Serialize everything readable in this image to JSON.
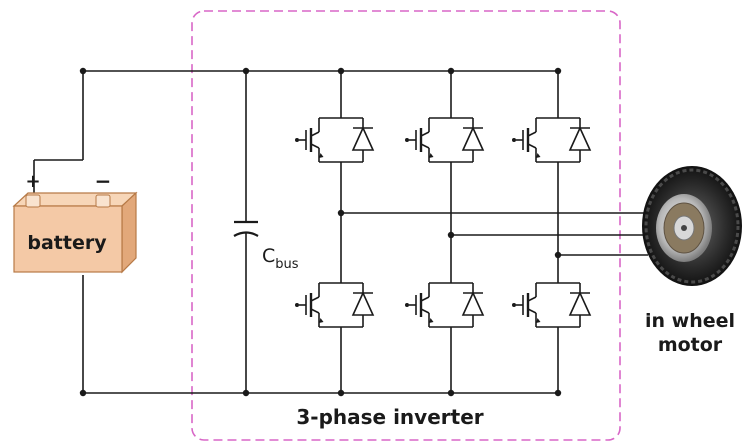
{
  "labels": {
    "battery": "battery",
    "battery_plus": "+",
    "battery_minus": "−",
    "capacitor_main": "C",
    "capacitor_sub": "bus",
    "inverter": "3-phase inverter",
    "motor_line1": "in wheel",
    "motor_line2": "motor"
  },
  "colors": {
    "inverter_border": "#d867c7",
    "battery_fill": "#f4c9a6",
    "battery_edge": "#b77a47"
  }
}
